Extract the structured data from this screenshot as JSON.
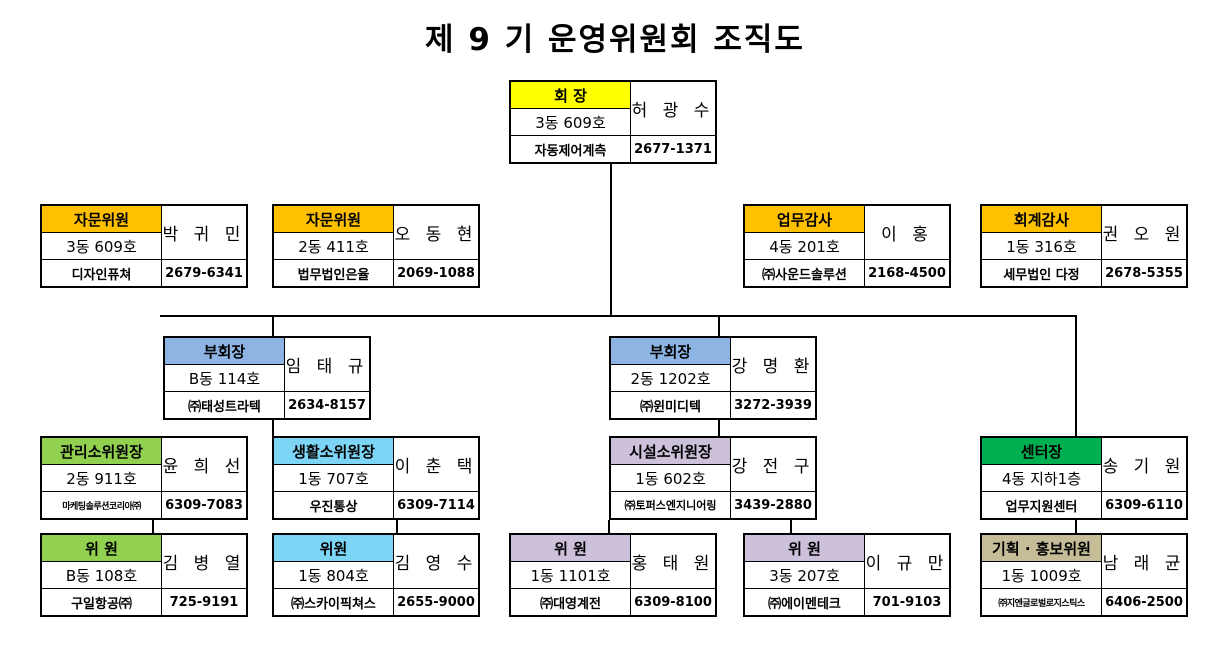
{
  "title": "제 9 기 운영위원회 조직도",
  "colors": {
    "yellow": "#ffff00",
    "orange": "#ffc000",
    "blue": "#8db4e2",
    "green": "#92d050",
    "cyan": "#7dd5f5",
    "lavender": "#ccc0da",
    "darkgreen": "#00b050",
    "tan": "#c4bd97"
  },
  "members": {
    "chair": {
      "role": "회    장",
      "unit": "3동 609호",
      "org": "자동제어계측",
      "name": "허 광 수",
      "phone": "2677-1371",
      "color": "#ffff00"
    },
    "advisor1": {
      "role": "자문위원",
      "unit": "3동 609호",
      "org": "디자인퓨쳐",
      "name": "박 귀 민",
      "phone": "2679-6341",
      "color": "#ffc000"
    },
    "advisor2": {
      "role": "자문위원",
      "unit": "2동 411호",
      "org": "법무법인은율",
      "name": "오 동 현",
      "phone": "2069-1088",
      "color": "#ffc000"
    },
    "auditor1": {
      "role": "업무감사",
      "unit": "4동 201호",
      "org": "㈜사운드솔루션",
      "name": "이 홍",
      "phone": "2168-4500",
      "color": "#ffc000"
    },
    "auditor2": {
      "role": "회계감사",
      "unit": "1동 316호",
      "org": "세무법인 다정",
      "name": "권 오 원",
      "phone": "2678-5355",
      "color": "#ffc000"
    },
    "vice1": {
      "role": "부회장",
      "unit": "B동 114호",
      "org": "㈜태성트라텍",
      "name": "임 태 규",
      "phone": "2634-8157",
      "color": "#8db4e2"
    },
    "vice2": {
      "role": "부회장",
      "unit": "2동 1202호",
      "org": "㈜윈미디텍",
      "name": "강 명 환",
      "phone": "3272-3939",
      "color": "#8db4e2"
    },
    "mgmt": {
      "role": "관리소위원장",
      "unit": "2동 911호",
      "org": "마케팅솔루션코리아㈜",
      "name": "윤 희 선",
      "phone": "6309-7083",
      "color": "#92d050"
    },
    "life": {
      "role": "생활소위원장",
      "unit": "1동 707호",
      "org": "우진통상",
      "name": "이 춘 택",
      "phone": "6309-7114",
      "color": "#7dd5f5"
    },
    "facility": {
      "role": "시설소위원장",
      "unit": "1동 602호",
      "org": "㈜토퍼스엔지니어링",
      "name": "강 전 구",
      "phone": "3439-2880",
      "color": "#ccc0da"
    },
    "center": {
      "role": "센터장",
      "unit": "4동 지하1층",
      "org": "업무지원센터",
      "name": "송 기 원",
      "phone": "6309-6110",
      "color": "#00b050"
    },
    "m1": {
      "role": "위    원",
      "unit": "B동 108호",
      "org": "구일항공㈜",
      "name": "김 병 열",
      "phone": "725-9191",
      "color": "#92d050"
    },
    "m2": {
      "role": "위원",
      "unit": "1동 804호",
      "org": "㈜스카이픽쳐스",
      "name": "김 영 수",
      "phone": "2655-9000",
      "color": "#7dd5f5"
    },
    "m3": {
      "role": "위    원",
      "unit": "1동 1101호",
      "org": "㈜대영계전",
      "name": "홍 태 원",
      "phone": "6309-8100",
      "color": "#ccc0da"
    },
    "m4": {
      "role": "위    원",
      "unit": "3동 207호",
      "org": "㈜에이멘테크",
      "name": "이 규 만",
      "phone": "701-9103",
      "color": "#ccc0da"
    },
    "m5": {
      "role": "기획 · 홍보위원",
      "unit": "1동 1009호",
      "org": "㈜지엔글로벌로지스틱스",
      "name": "남 래 균",
      "phone": "6406-2500",
      "color": "#c4bd97"
    }
  }
}
